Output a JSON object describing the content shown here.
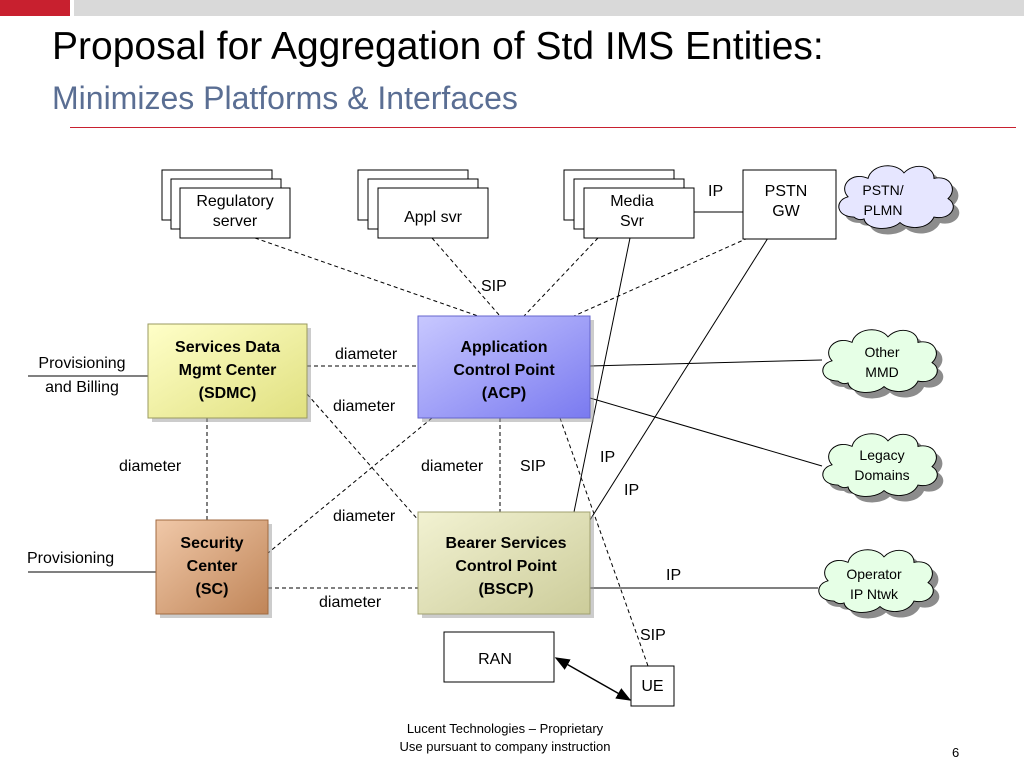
{
  "slide": {
    "title": "Proposal for Aggregation of Std IMS Entities:",
    "subtitle": "Minimizes Platforms & Interfaces",
    "footer_line1": "Lucent Technologies – Proprietary",
    "footer_line2": "Use pursuant to company instruction",
    "page_number": "6"
  },
  "nodes": {
    "regulatory": [
      "Regulatory",
      "server"
    ],
    "appl": "Appl svr",
    "media": [
      "Media",
      "Svr"
    ],
    "pstn_gw": [
      "PSTN",
      "GW"
    ],
    "pstn_plmn": [
      "PSTN/",
      "PLMN"
    ],
    "sdmc": [
      "Services Data",
      "Mgmt Center",
      "(SDMC)"
    ],
    "acp": [
      "Application",
      "Control Point",
      "(ACP)"
    ],
    "sc": [
      "Security",
      "Center",
      "(SC)"
    ],
    "bscp": [
      "Bearer Services",
      "Control Point",
      "(BSCP)"
    ],
    "ran": "RAN",
    "ue": "UE",
    "other_mmd": [
      "Other",
      "MMD"
    ],
    "legacy": [
      "Legacy",
      "Domains"
    ],
    "operator": [
      "Operator",
      "IP Ntwk"
    ]
  },
  "labels": {
    "ip_top": "IP",
    "sip_top": "SIP",
    "diameter_sdmc_acp": "diameter",
    "diameter_sdmc_bscp": "diameter",
    "diameter_sdmc_sc": "diameter",
    "diameter_acp_bscp": "diameter",
    "sip_acp_bscp": "SIP",
    "diameter_sc_acp": "diameter",
    "diameter_sc_bscp": "diameter",
    "ip_1": "IP",
    "ip_2": "IP",
    "ip_operator": "IP",
    "sip_ue": "SIP",
    "provisioning_billing": [
      "Provisioning",
      "and Billing"
    ],
    "provisioning": "Provisioning"
  },
  "colors": {
    "accent_red": "#c8202f",
    "subtitle_blue": "#5a6e93",
    "acp_fill": "#9999ff",
    "sdmc_fill": "#f2f2a0",
    "bscp_fill": "#e0e0b4",
    "sc_fill": "#d9a27a",
    "cloud_pstn": "#e6e6ff",
    "cloud_mmd": "#e6ffe6"
  }
}
